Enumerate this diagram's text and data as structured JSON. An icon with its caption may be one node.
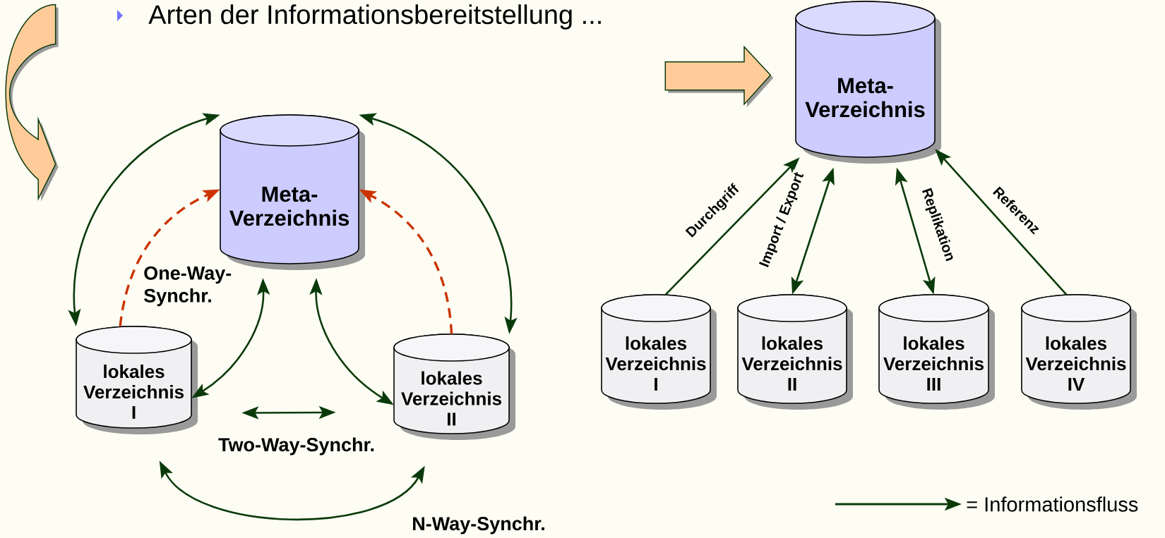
{
  "diagram": {
    "title": "Arten der Informationsbereitstellung ...",
    "nodes": [
      {
        "text": [
          "Meta- Verzeichnis"
        ]
      },
      {
        "text": [
          "lokales Verzeichnis I"
        ]
      },
      {
        "text": [
          "lokales Verzeichnis II"
        ]
      },
      {
        "text": [
          "Meta- Verzeichnis"
        ]
      },
      {
        "text": [
          "lokales Verzeichnis I"
        ]
      },
      {
        "text": [
          "lokales Verzeichnis II"
        ]
      },
      {
        "text": [
          "lokales Verzeichnis III"
        ]
      },
      {
        "text": [
          "lokales Verzeichnis IV"
        ]
      }
    ],
    "edges": [
      {
        "from": 0,
        "to": 1,
        "arrow": "both"
      },
      {
        "from": 0,
        "to": 2,
        "arrow": "both"
      },
      {
        "from": 1,
        "to": 0,
        "arrow": "to",
        "style": "dashed",
        "color": "#cc3300"
      },
      {
        "from": 2,
        "to": 0,
        "arrow": "to",
        "style": "dashed",
        "color": "#cc3300"
      },
      {
        "from": 0,
        "to": 1,
        "arrow": "both"
      },
      {
        "from": 0,
        "to": 2,
        "arrow": "both"
      },
      {
        "from": 1,
        "to": 2,
        "arrow": "both"
      },
      {
        "from": 1,
        "to": 2,
        "arrow": "both"
      },
      {
        "from": 4,
        "to": 3,
        "arrow": "to",
        "label": "Durchgriff"
      },
      {
        "from": 3,
        "to": 5,
        "arrow": "both",
        "label": "Import / Export"
      },
      {
        "from": 3,
        "to": 6,
        "arrow": "both",
        "label": "Replikation"
      },
      {
        "from": 7,
        "to": 3,
        "arrow": "to",
        "label": "Referenz"
      }
    ],
    "labels": [
      "One-Way- Synchr.",
      "Two-Way-Synchr.",
      "N-Way-Synchr."
    ],
    "legend": [
      {
        "text": "= Informationsfluss"
      }
    ]
  }
}
